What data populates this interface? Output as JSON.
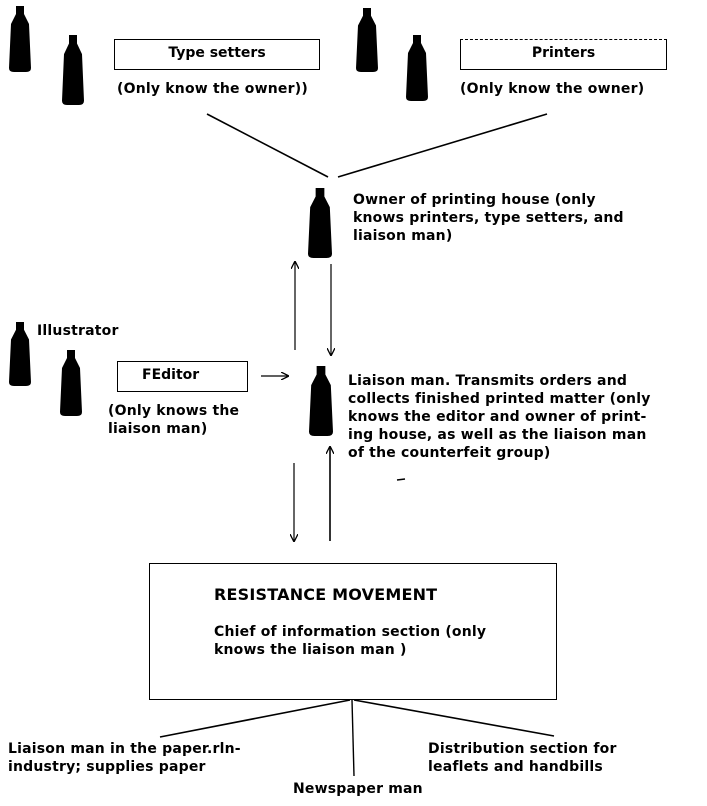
{
  "nodes": {
    "typesetters": {
      "label": "Type setters",
      "note": "(Only know the owner))"
    },
    "printers": {
      "label": "Printers",
      "note": "(Only know the owner)"
    },
    "owner": {
      "text_lines": [
        "Owner of printing house (only",
        "knows printers, type setters, and",
        "liaison man)"
      ]
    },
    "illustrator": {
      "label": "Illustrator"
    },
    "editor": {
      "label": "FEditor",
      "note_lines": [
        "(Only knows the",
        "liaison man)"
      ]
    },
    "liaison": {
      "text_lines": [
        "Liaison man. Transmits orders and",
        "collects finished printed matter (only",
        "knows the editor and owner of print-",
        "ing house, as well as the liaison man",
        "of the counterfeit group)"
      ]
    },
    "resistance": {
      "title": "RESISTANCE MOVEMENT",
      "text_lines": [
        "Chief of information section (only",
        "knows the liaison man )"
      ]
    },
    "paper_liaison": {
      "text_lines": [
        "Liaison man in the paper.rln-",
        "industry; supplies paper"
      ]
    },
    "distribution": {
      "text_lines": [
        "Distribution section for",
        "leaflets and handbills"
      ]
    },
    "newspaper": {
      "label": "Newspaper man"
    }
  },
  "icon": "person-silhouette-icon",
  "colors": {
    "ink": "#000000",
    "paper": "#ffffff"
  }
}
